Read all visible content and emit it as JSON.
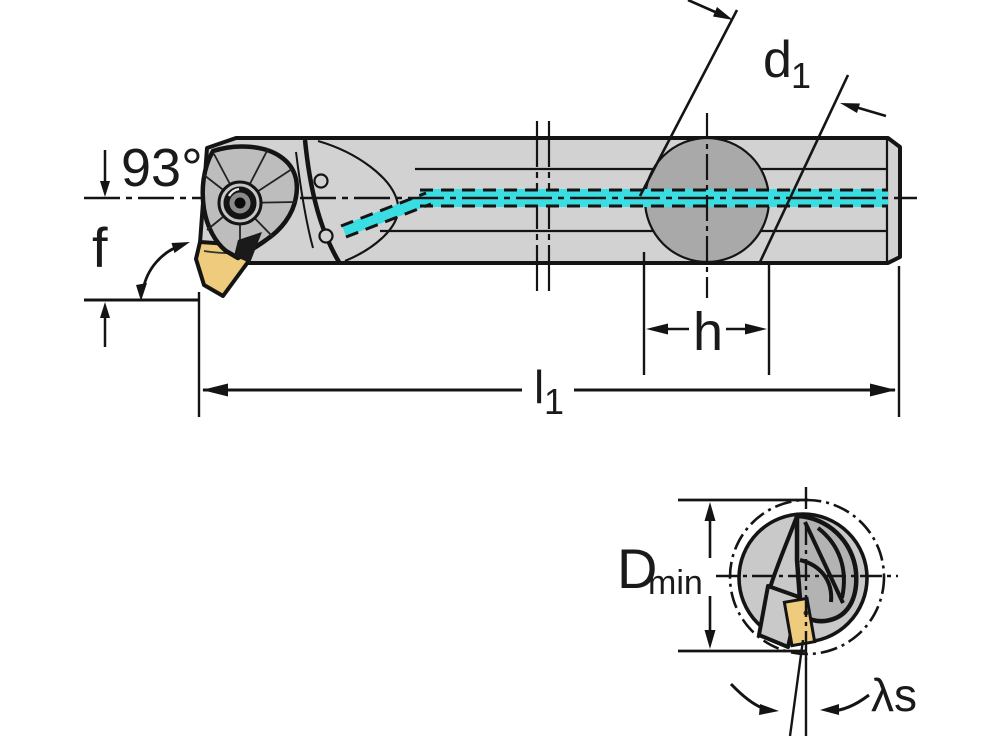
{
  "figure": {
    "type": "technical-dimension-drawing",
    "subject": "boring-bar-with-indexable-insert-two-views",
    "colors": {
      "outline": "#141414",
      "coolant_channel": "#3adde2",
      "insert_gold": "#eecb7d",
      "bar_gray": "#d2d2d2",
      "hole_gray": "#a9a9a9",
      "clamp_gray": "#bdbdbd",
      "section_gray": "#c9c9c9",
      "background": "#ffffff"
    },
    "labels": {
      "angle": "93°",
      "f": "f",
      "d1_base": "d",
      "d1_sub": "1",
      "h": "h",
      "l1_base": "l",
      "l1_sub": "1",
      "dmin_base": "D",
      "dmin_sub": "min",
      "lambda_s": "λs"
    }
  }
}
